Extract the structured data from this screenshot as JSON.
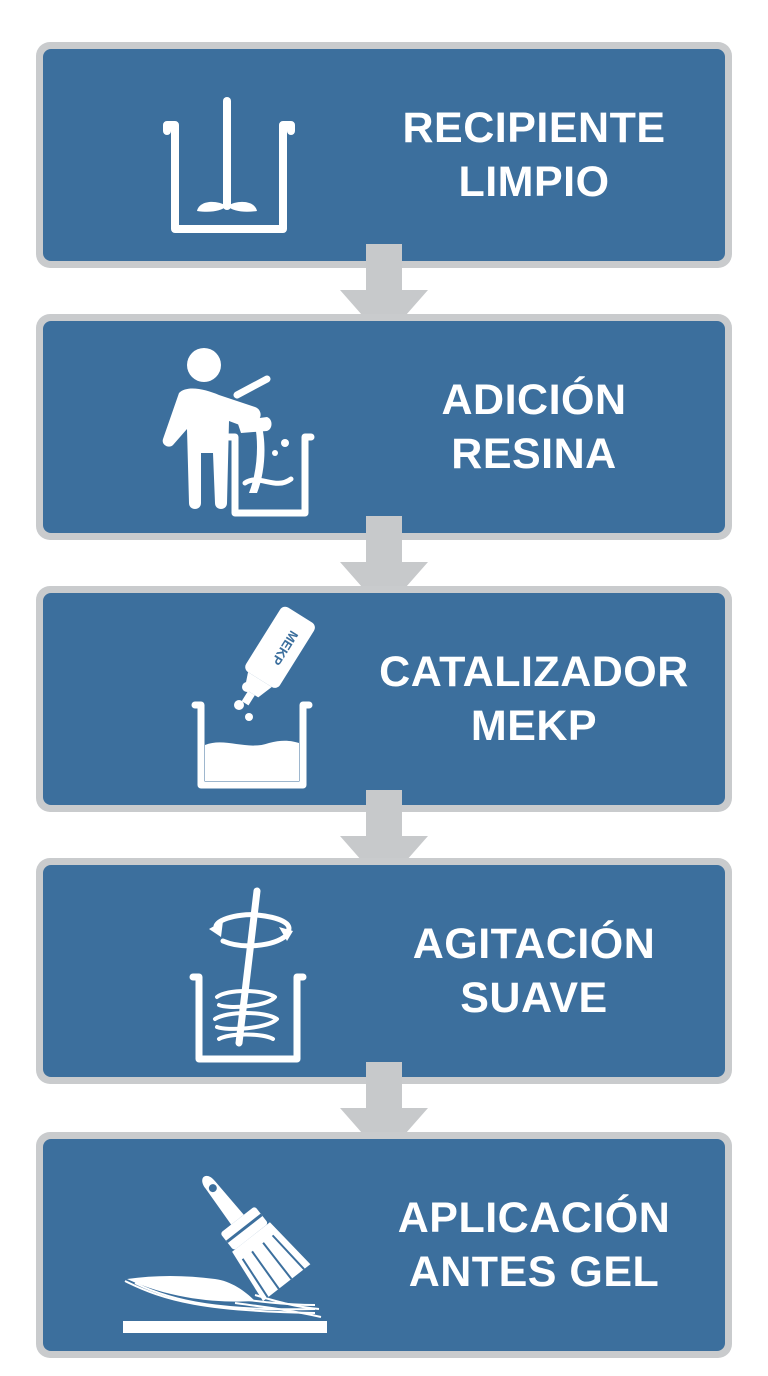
{
  "steps": [
    {
      "icon": "clean-container-icon",
      "label": "RECIPIENTE\nLIMPIO"
    },
    {
      "icon": "person-pouring-resin-icon",
      "label": "ADICIÓN\nRESINA"
    },
    {
      "icon": "catalyst-bottle-icon",
      "label": "CATALIZADOR\nMEKP",
      "bottle_label": "MEKP"
    },
    {
      "icon": "stirring-container-icon",
      "label": "AGITACIÓN\nSUAVE"
    },
    {
      "icon": "paintbrush-application-icon",
      "label": "APLICACIÓN\nANTES GEL"
    }
  ],
  "colors": {
    "panel": "#3c6f9d",
    "border": "#c9cbcd",
    "arrow": "#c7c9cb",
    "text": "#ffffff"
  }
}
